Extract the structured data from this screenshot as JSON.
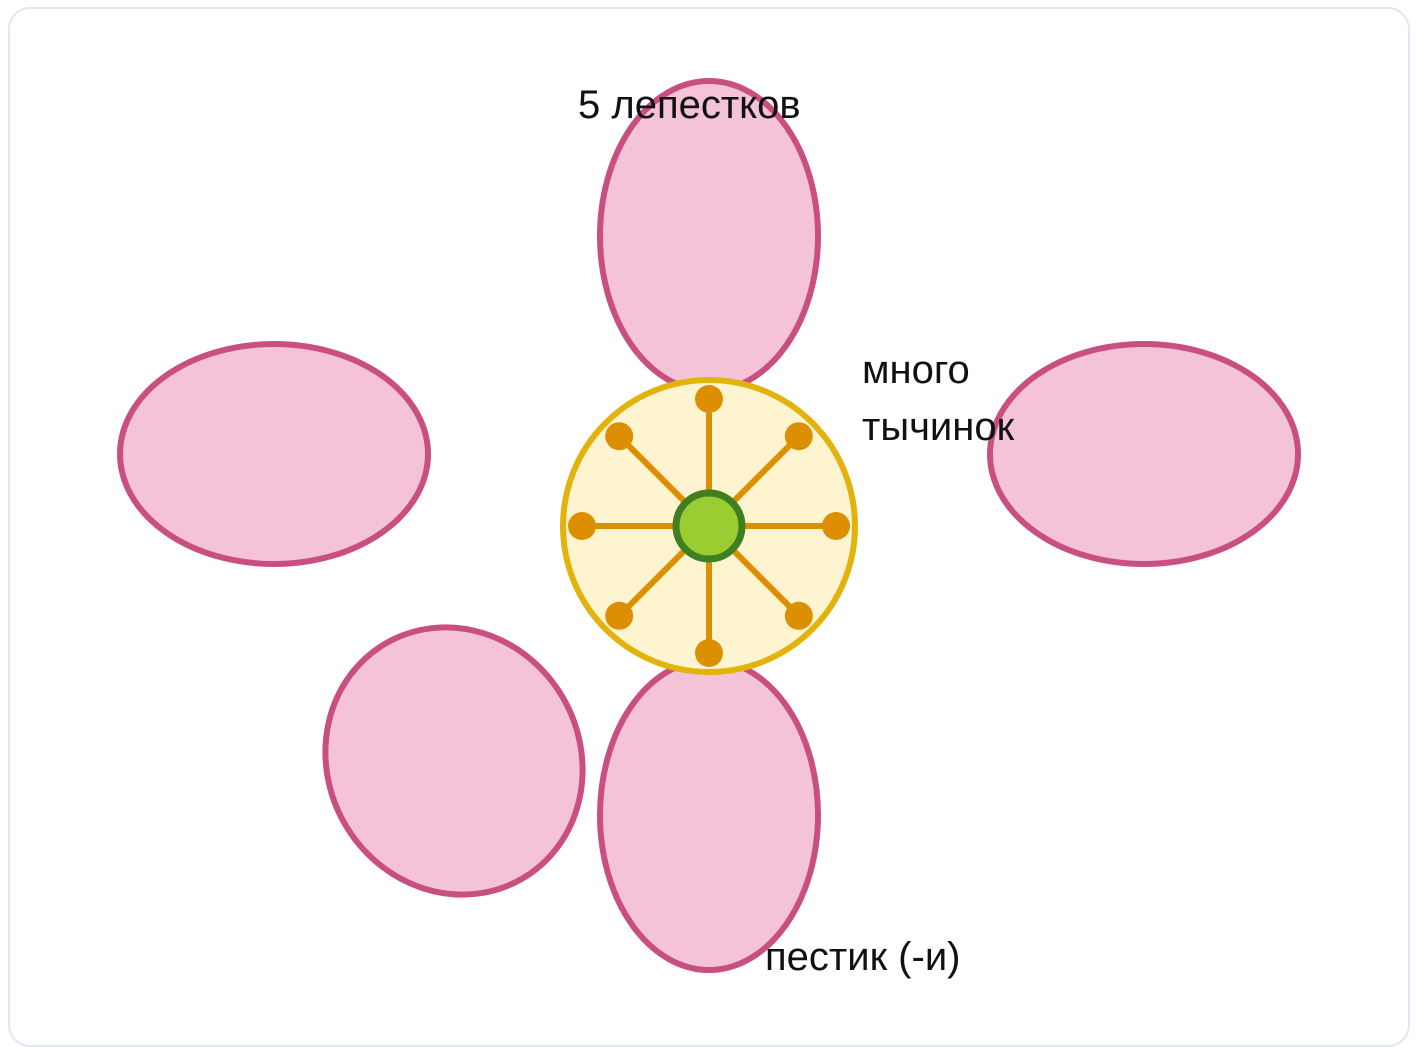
{
  "diagram": {
    "labels": {
      "petals": "5 лепестков",
      "stamens_line1": "много",
      "stamens_line2": "тычинок",
      "pistil": "пестик (-и)"
    },
    "petal_count": 5,
    "stamen_count": 8,
    "pistil_count": 1,
    "colors": {
      "petal_fill": "#f5c3d8",
      "petal_stroke": "#c84f80",
      "receptacle_fill": "#fff4d0",
      "receptacle_stroke": "#e2b20d",
      "stamen": "#dc8f00",
      "pistil_fill": "#9acd32",
      "pistil_stroke": "#3f7f22"
    }
  }
}
